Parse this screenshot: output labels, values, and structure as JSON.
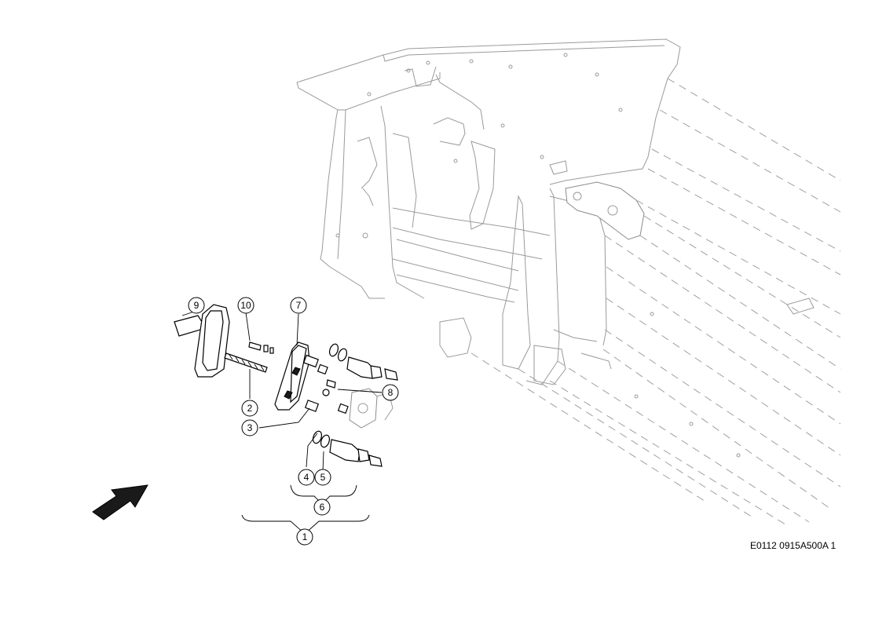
{
  "callouts": [
    {
      "id": "1",
      "label": "1"
    },
    {
      "id": "2",
      "label": "2"
    },
    {
      "id": "3",
      "label": "3"
    },
    {
      "id": "4",
      "label": "4"
    },
    {
      "id": "5",
      "label": "5"
    },
    {
      "id": "6",
      "label": "6"
    },
    {
      "id": "7",
      "label": "7"
    },
    {
      "id": "8",
      "label": "8"
    },
    {
      "id": "9",
      "label": "9"
    },
    {
      "id": "10",
      "label": "10"
    }
  ],
  "drawing_reference": "E0112 0915A500A 1",
  "colors": {
    "line": "#000000",
    "ghost": "#9a9a9a",
    "background": "#ffffff"
  },
  "icons": {
    "direction_arrow": "arrow-right-up-icon"
  }
}
